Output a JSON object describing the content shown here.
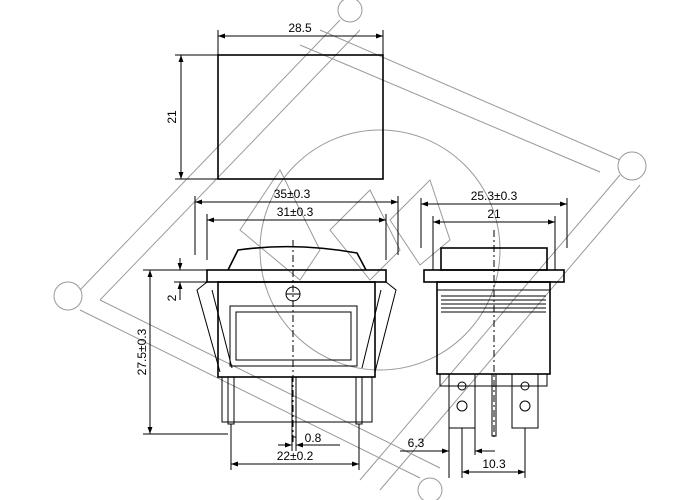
{
  "dimensions": {
    "top_width": "28.5",
    "top_height": "21",
    "front_outer_width": "35±0.3",
    "front_inner_width": "31±0.3",
    "side_outer_width": "25.3±0.3",
    "side_inner_width": "21",
    "flange_thickness": "2",
    "body_height": "27.5±0.3",
    "terminal_thickness": "0.8",
    "terminal_spacing": "22±0.2",
    "terminal_width": "6.3",
    "terminal_pitch": "10.3"
  }
}
